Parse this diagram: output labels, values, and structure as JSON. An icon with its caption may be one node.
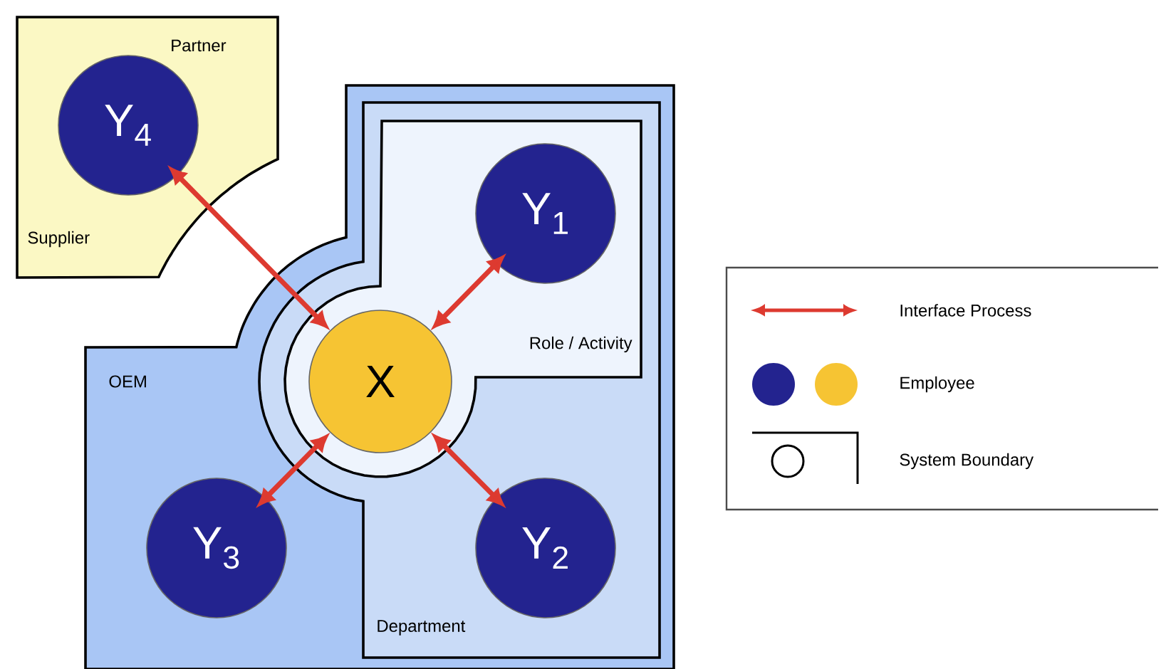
{
  "diagram": {
    "nodes": [
      {
        "text": [
          "Partner",
          "Supplier"
        ]
      },
      {
        "text": [
          "OEM"
        ]
      },
      {
        "text": [
          "Department"
        ],
        "in": 1
      },
      {
        "text": [
          "Role / Activity"
        ],
        "in": 2
      },
      {
        "text": [
          "X"
        ],
        "in": 3
      },
      {
        "text": [
          "Y$_{1}$"
        ],
        "in": 3
      },
      {
        "text": [
          "Y$_{2}$"
        ],
        "in": 2
      },
      {
        "text": [
          "Y$_{3}$"
        ],
        "in": 1
      },
      {
        "text": [
          "Y$_{4}$"
        ],
        "in": 0
      }
    ],
    "edges": [
      {
        "from": 4,
        "to": 8,
        "arrow": "both"
      },
      {
        "from": 4,
        "to": 5,
        "arrow": "both"
      },
      {
        "from": 4,
        "to": 6,
        "arrow": "both"
      },
      {
        "from": 4,
        "to": 7,
        "arrow": "both"
      }
    ],
    "legend": [
      {
        "text": "Interface Process"
      },
      {
        "text": "Employee"
      },
      {
        "text": "System Boundary"
      }
    ]
  }
}
